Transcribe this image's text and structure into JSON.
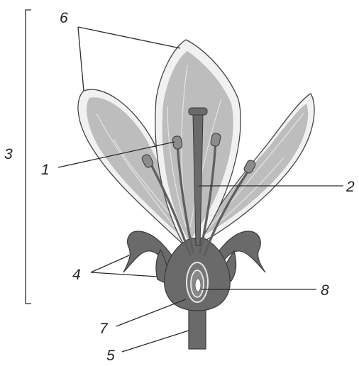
{
  "diagram": {
    "labels": {
      "stamen": "1",
      "pistil": "2",
      "flower": "3",
      "sepals": "4",
      "pedicel": "5",
      "petals": "6",
      "ovary": "7",
      "ovule": "8"
    },
    "colors": {
      "petal_fill": "#bdbdbd",
      "petal_edge": "#f1f1f1",
      "dark_parts": "#6a6a6a",
      "line": "#2a2a2a"
    }
  }
}
